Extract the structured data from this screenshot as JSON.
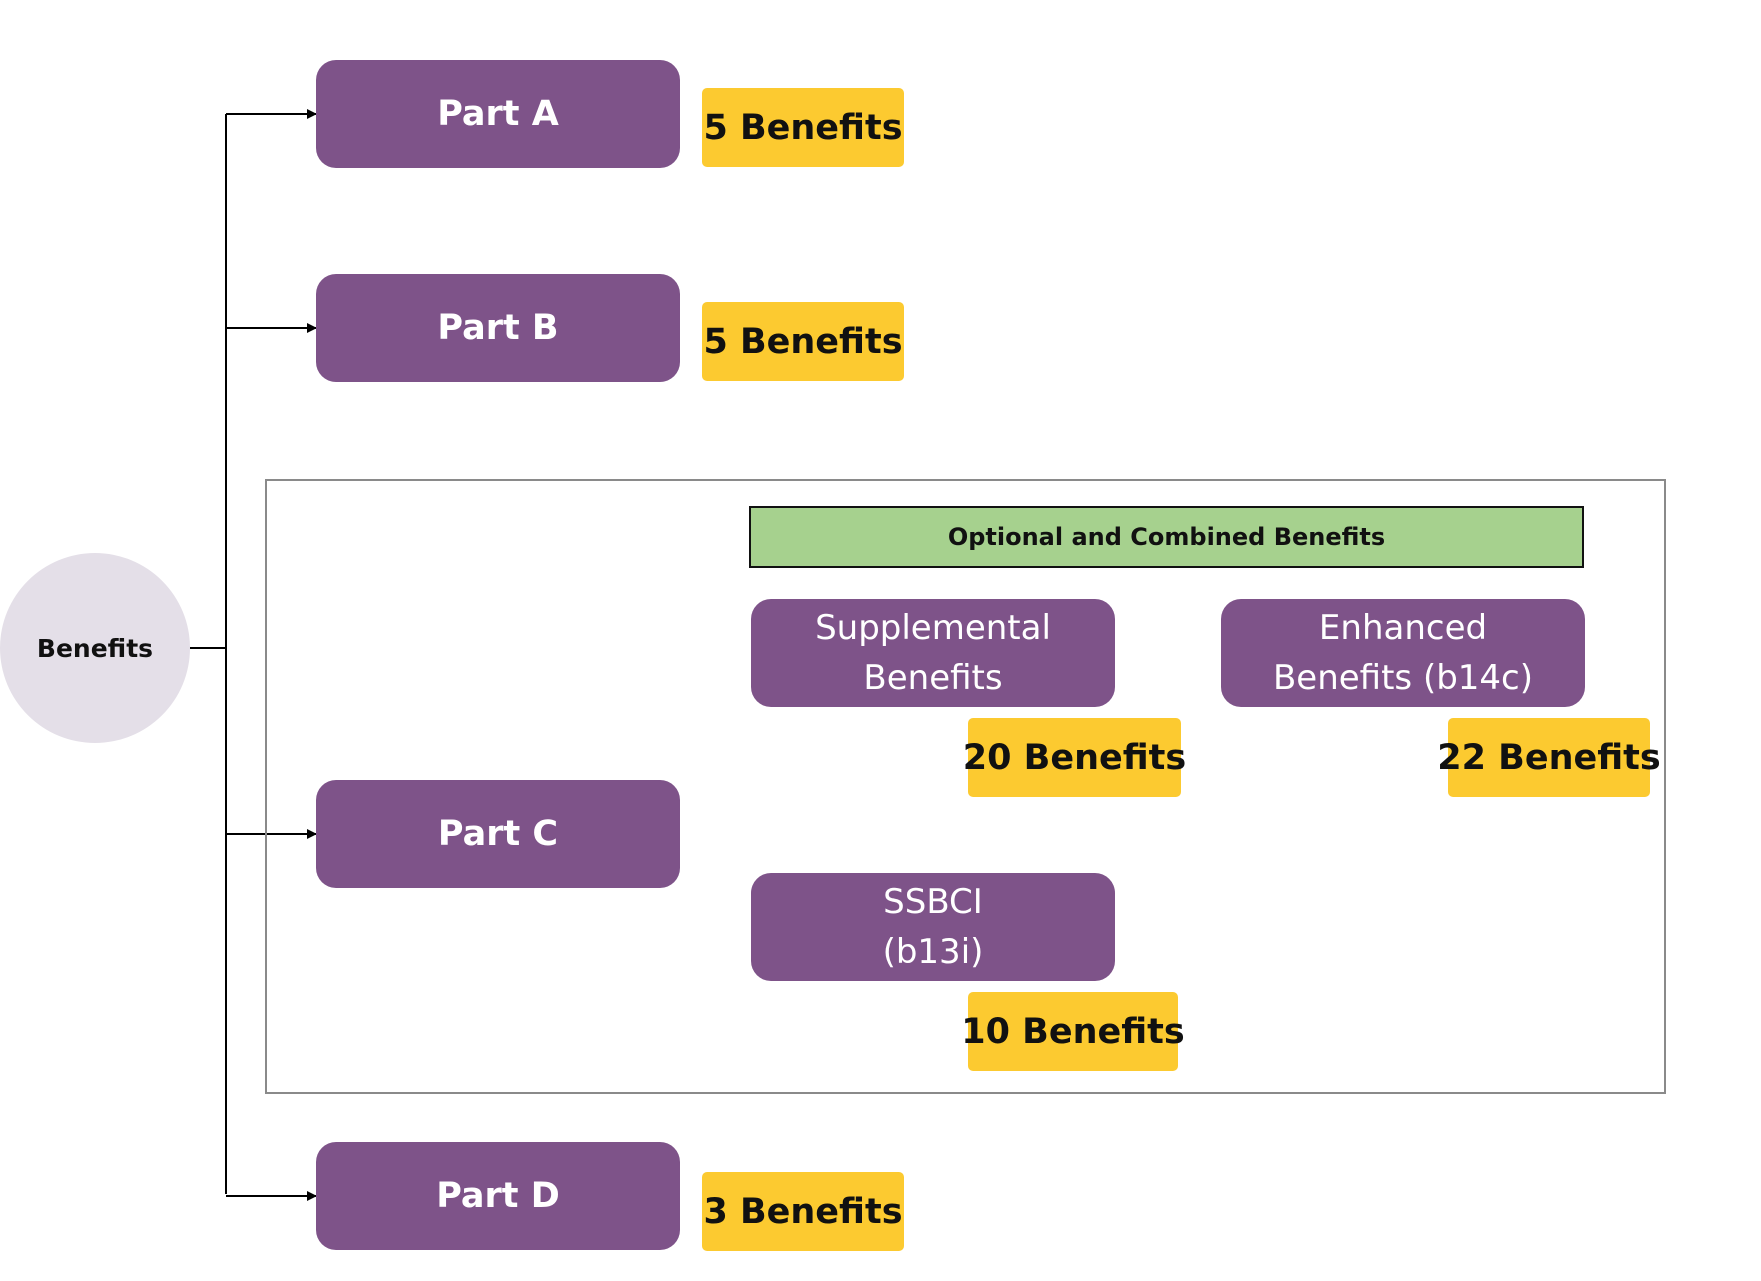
{
  "root": {
    "label": "Benefits"
  },
  "parts": {
    "a": {
      "label": "Part A",
      "count": "5 Benefits"
    },
    "b": {
      "label": "Part B",
      "count": "5 Benefits"
    },
    "c": {
      "label": "Part C"
    },
    "d": {
      "label": "Part D",
      "count": "3 Benefits"
    }
  },
  "part_c": {
    "banner": "Optional and Combined Benefits",
    "supplemental": {
      "line1": "Supplemental",
      "line2": "Benefits",
      "count": "20 Benefits"
    },
    "enhanced": {
      "line1": "Enhanced",
      "line2": "Benefits (b14c)",
      "count": "22 Benefits"
    },
    "ssbci": {
      "line1": "SSBCI",
      "line2": "(b13i)",
      "count": "10 Benefits"
    }
  },
  "colors": {
    "node": "#7e5389",
    "badge": "#fcca30",
    "banner": "#a6d18e",
    "root": "#e4dfe8"
  }
}
